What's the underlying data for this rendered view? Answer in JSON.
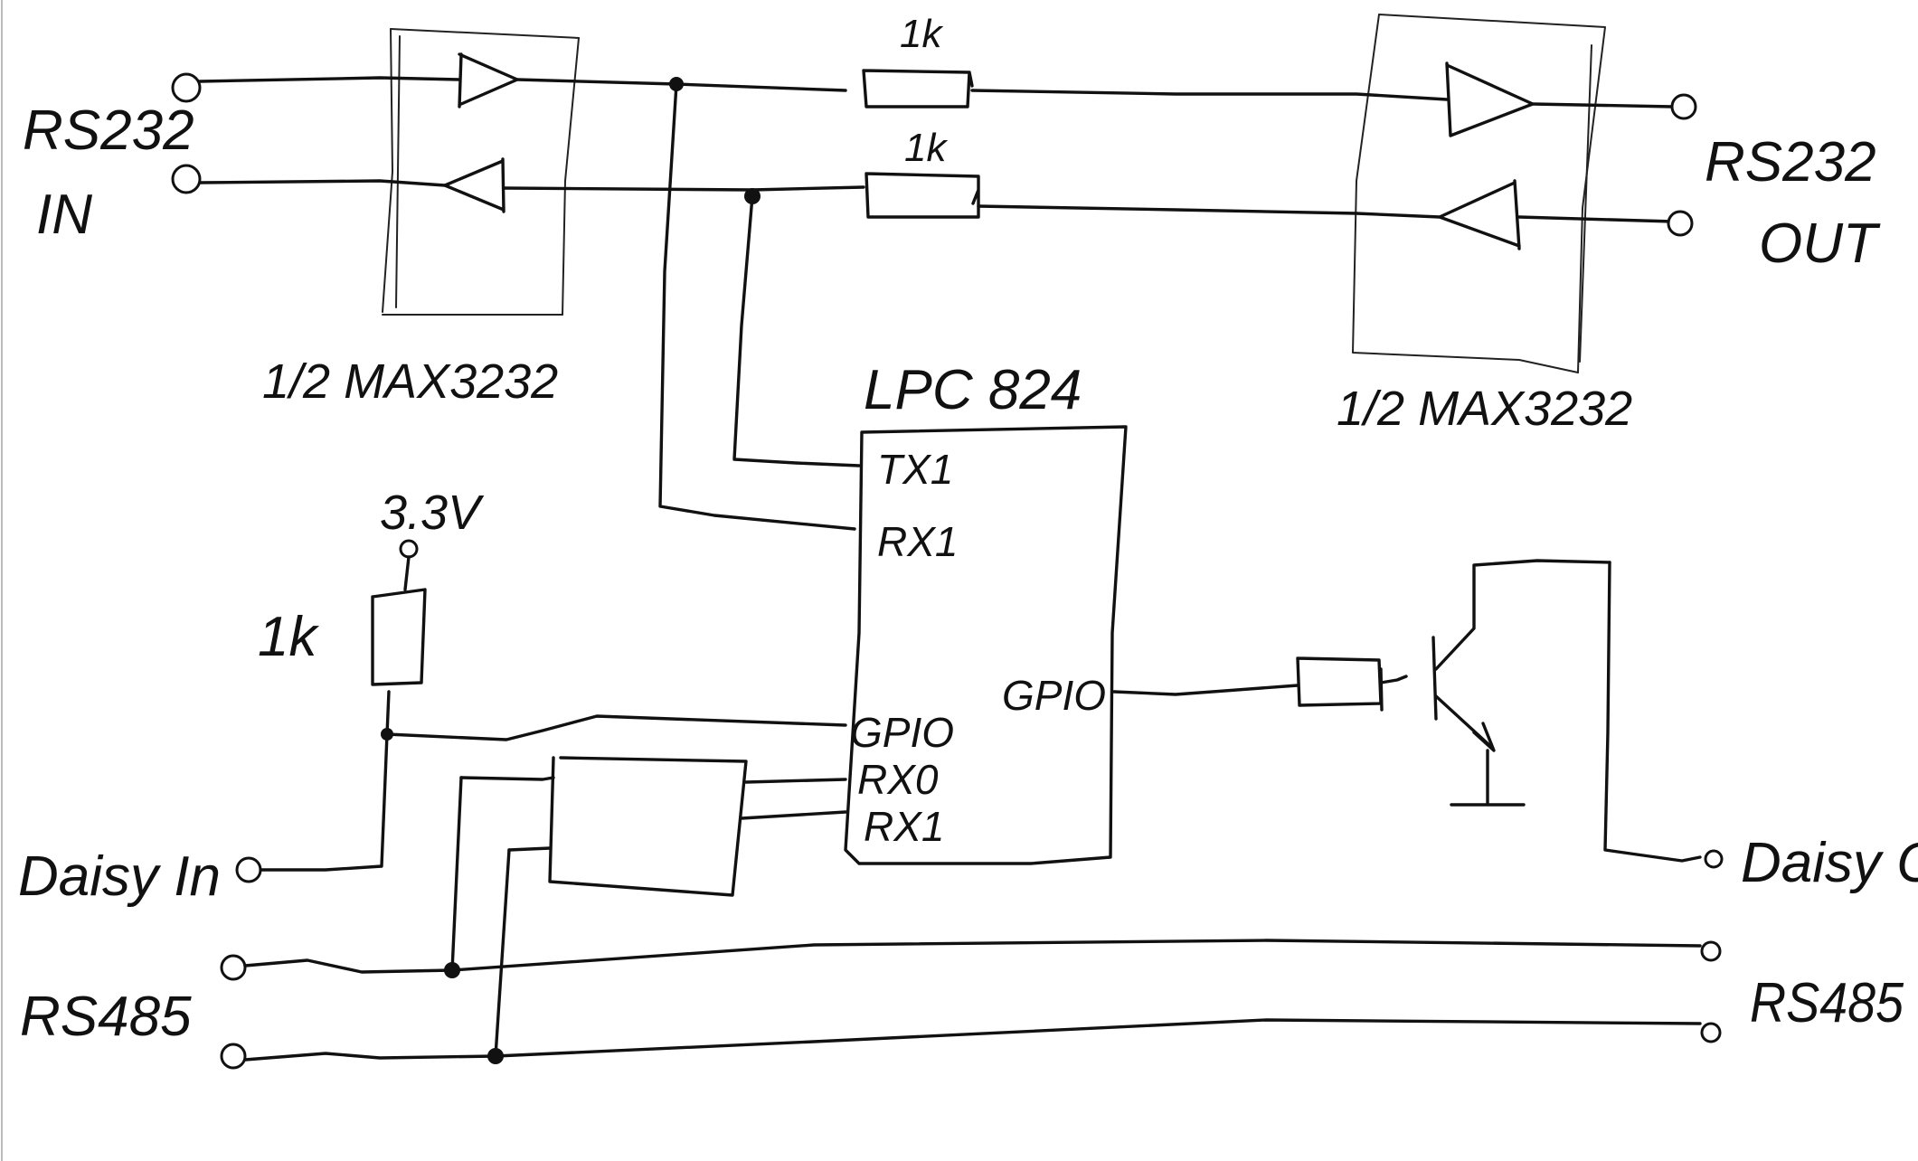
{
  "rs232_in": "RS232",
  "rs232_in_sub": "IN",
  "rs232_out": "RS232",
  "rs232_out_sub": "OUT",
  "max_left": "1/2 MAX3232",
  "max_right": "1/2 MAX3232",
  "res_top": "1k",
  "res_mid": "1k",
  "mcu": "LPC 824",
  "pin_tx1": "TX1",
  "pin_rx1_top": "RX1",
  "pin_gpio_left": "GPIO",
  "pin_rx0": "RX0",
  "pin_rx1_bottom": "RX1",
  "pin_gpio_right": "GPIO",
  "supply": "3.3V",
  "pullup": "1k",
  "daisy_in": "Daisy In",
  "daisy_out": "Daisy Out",
  "rs485_left": "RS485",
  "rs485_right": "RS485"
}
